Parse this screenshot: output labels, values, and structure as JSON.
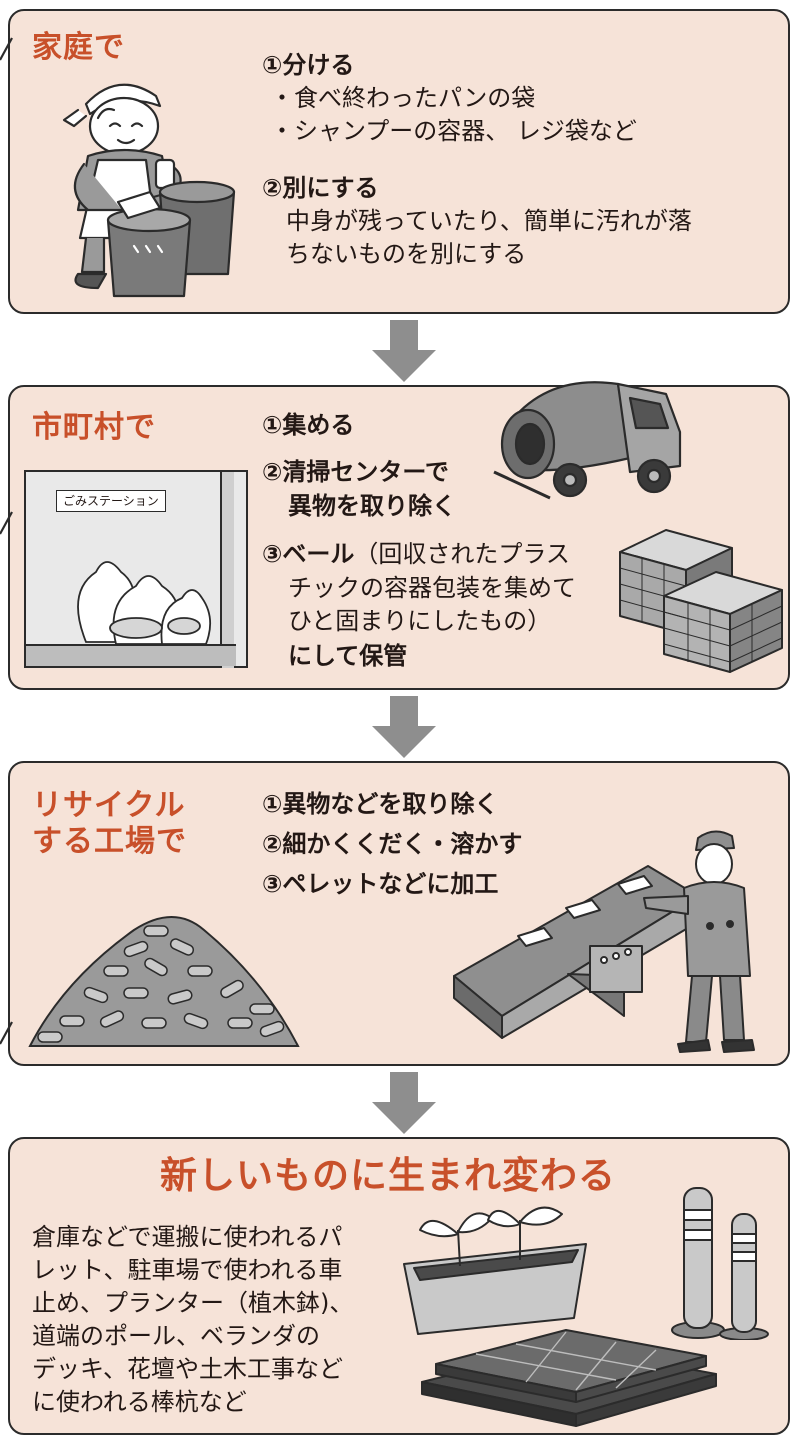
{
  "colors": {
    "heading": "#c8502a",
    "panel_bg": "#f6e3d8",
    "arrow": "#8e8e8e"
  },
  "panel1": {
    "heading": "家庭で",
    "step1_title": "①分ける",
    "step1_line1": "・食べ終わったパンの袋",
    "step1_line2": "・シャンプーの容器、 レジ袋など",
    "step2_title": "②別にする",
    "step2_line1": "中身が残っていたり、簡単に汚れが落",
    "step2_line2": "ちないものを別にする"
  },
  "panel2": {
    "heading": "市町村で",
    "step1": "①集める",
    "step2_line1": "②清掃センターで",
    "step2_line2": "異物を取り除く",
    "step3_title": "③ベール",
    "step3_note1": "（回収されたプラス",
    "step3_note2": "チックの容器包装を集めて",
    "step3_note3": "ひと固まりにしたもの）",
    "step3_end": "にして保管",
    "sign_label": "ごみステーション"
  },
  "panel3": {
    "heading_line1": "リサイクル",
    "heading_line2": "する工場で",
    "step1": "①異物などを取り除く",
    "step2": "②細かくくだく・溶かす",
    "step3": "③ペレットなどに加工"
  },
  "panel4": {
    "heading": "新しいものに生まれ変わる",
    "body_line1": "倉庫などで運搬に使われるパ",
    "body_line2": "レット、駐車場で使われる車",
    "body_line3": "止め、プランター（植木鉢)、",
    "body_line4": "道端のポール、ベランダの",
    "body_line5": "デッキ、花壇や土木工事など",
    "body_line6": "に使われる棒杭など"
  }
}
